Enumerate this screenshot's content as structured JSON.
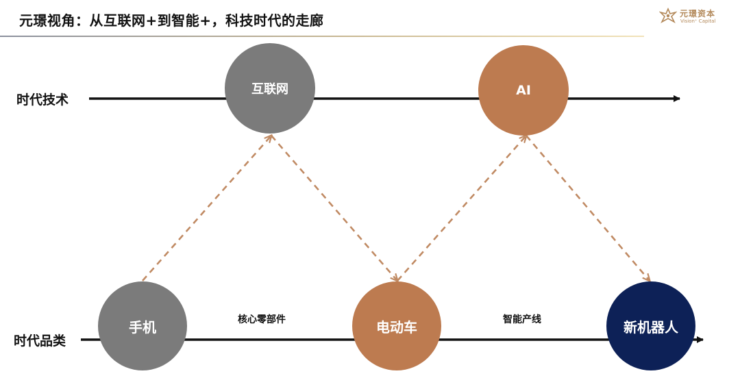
{
  "header": {
    "title": "元璟视角：从互联网+到智能+，科技时代的走廊",
    "logo": {
      "cn": "元璟资本",
      "en": "Vision⁺ Capital",
      "icon": "vision-capital-logo",
      "color": "#b3895a"
    }
  },
  "rows": {
    "tech_label": "时代技术",
    "category_label": "时代品类"
  },
  "nodes": {
    "internet": "互联网",
    "ai": "AI",
    "phone": "手机",
    "ev": "电动车",
    "robot": "新机器人"
  },
  "edges": {
    "phone_ev": "核心零部件",
    "ev_robot": "智能产线"
  },
  "colors": {
    "gray": "#7b7b7b",
    "copper": "#bd7b50",
    "navy": "#0d2157",
    "dashed_arrow": "#c08a63"
  }
}
